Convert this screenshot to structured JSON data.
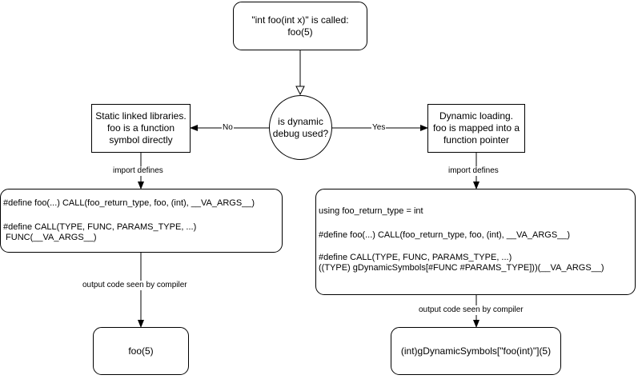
{
  "nodes": {
    "start": {
      "line1": "\"int foo(int x)\" is called:",
      "line2": "foo(5)"
    },
    "decision": {
      "line1": "is dynamic",
      "line2": "debug used?"
    },
    "static": {
      "line1": "Static linked libraries.",
      "line2": "foo is a function",
      "line3": "symbol directly"
    },
    "dynamic": {
      "line1": "Dynamic loading.",
      "line2": "foo is mapped into a",
      "line3": "function pointer"
    },
    "left_code": {
      "line1": "#define foo(...) CALL(foo_return_type, foo, (int), __VA_ARGS__)",
      "line2": "#define CALL(TYPE, FUNC, PARAMS_TYPE, ...)",
      "line3": " FUNC(__VA_ARGS__)"
    },
    "right_code": {
      "line1": "using foo_return_type = int",
      "line2": "#define foo(...) CALL(foo_return_type, foo, (int), __VA_ARGS__)",
      "line3": "#define CALL(TYPE, FUNC, PARAMS_TYPE, ...)",
      "line4": "((TYPE) gDynamicSymbols[#FUNC #PARAMS_TYPE]))(__VA_ARGS__)"
    },
    "left_output": {
      "text": "foo(5)"
    },
    "right_output": {
      "text": "(int)gDynamicSymbols[\"foo(int)\"](5)"
    }
  },
  "edges": {
    "no": "No",
    "yes": "Yes",
    "import_left": "import defines",
    "import_right": "import defines",
    "output_left": "output code seen by compiler",
    "output_right": "output code seen by compiler"
  },
  "colors": {
    "line": "#000000",
    "background": "#ffffff"
  }
}
